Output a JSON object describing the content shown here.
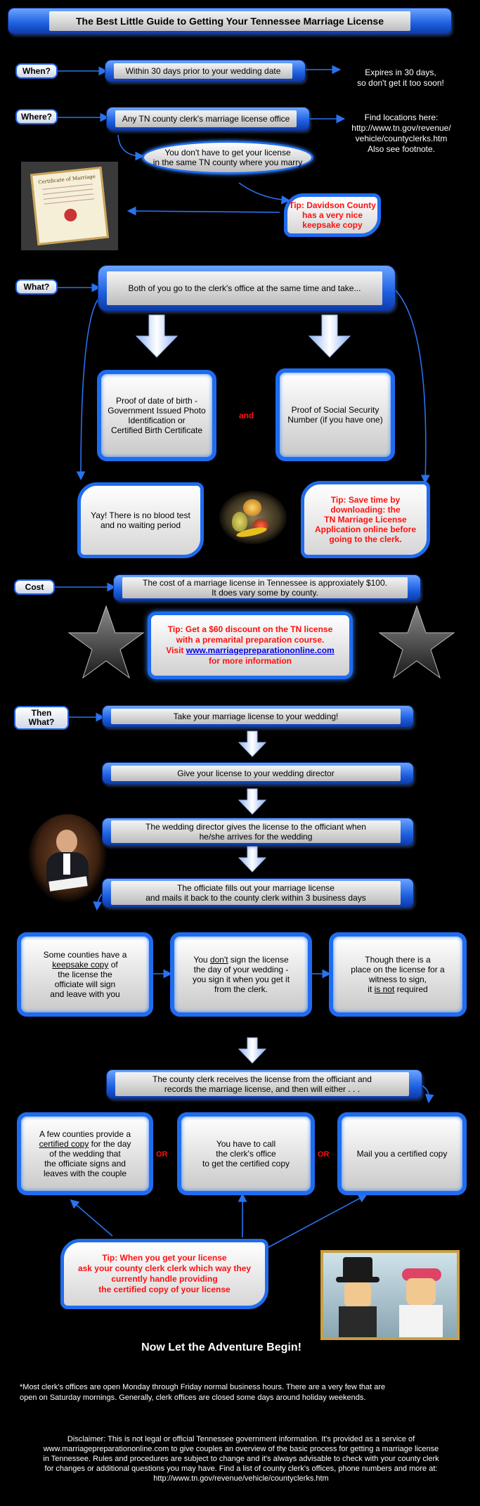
{
  "title": "The Best Little Guide to Getting Your Tennessee Marriage License",
  "when": {
    "label": "When?",
    "text": "Within 30 days prior to your wedding date",
    "note": [
      "Expires in 30 days,",
      "so don't get it too soon!"
    ]
  },
  "where": {
    "label": "Where?",
    "text": "Any TN county clerk's marriage license office",
    "note": [
      "Find locations here:",
      "http://www.tn.gov/revenue/",
      "vehicle/countyclerks.htm",
      "Also see footnote."
    ],
    "county": [
      "You don't have to get your license",
      "in the same TN county where you marry"
    ],
    "tip_davidson": [
      "Tip: Davidson County",
      "has a very nice",
      "keepsake copy"
    ],
    "certificate_title": "Certificate of Marriage"
  },
  "what": {
    "label": "What?",
    "text": "Both of you go to the clerk's office at the same time and take...",
    "birth_proof": [
      "Proof of date of birth -",
      "Government Issued Photo",
      "Identification or",
      "Certified Birth Certificate"
    ],
    "and": "and",
    "ssn_proof": [
      "Proof of Social Security",
      "Number (if you have one)"
    ],
    "no_blood": [
      "Yay! There is no blood test",
      "and no waiting period"
    ],
    "tip_download": [
      "Tip: Save time by",
      "downloading: the",
      "TN Marriage License",
      "Application online before",
      "going to the clerk."
    ]
  },
  "cost": {
    "label": "Cost",
    "text": [
      "The cost of a marriage license in Tennessee is approxiately $100.",
      "It does vary some by county."
    ],
    "tip_line1": "Tip: Get a $60 discount on the TN license",
    "tip_line2": "with a premarital preparation course.",
    "tip_visit": "Visit",
    "tip_link": "www.marriagepreparationonline.com",
    "tip_line4": "for more information"
  },
  "then": {
    "label": [
      "Then",
      "What?"
    ],
    "step1": "Take your marriage license to your wedding!",
    "step2": "Give your license to your wedding director",
    "step3": [
      "The wedding director gives the license to the officiant when",
      "he/she arrives for the wedding"
    ],
    "step4": [
      "The officiate fills out your marriage license",
      "and mails it back to the county clerk within 3 business days"
    ],
    "keepsake": {
      "l1a": "Some counties have a",
      "l2u": "keepsake copy",
      "l2b": " of",
      "l3": "the license the",
      "l4": "officiate will sign",
      "l5": "and leave with you"
    },
    "dont_sign": {
      "l1a": "You ",
      "l1u": "don't",
      "l1b": " sign the license",
      "l2": "the day of your wedding -",
      "l3": "you sign it when you get it",
      "l4": "from the clerk."
    },
    "witness": {
      "l1": "Though there is a",
      "l2": "place on the license for a",
      "l3": "witness to sign,",
      "l4a": "it ",
      "l4u": "is not",
      "l4b": " required"
    },
    "clerk_receives": [
      "The county clerk receives the license from the officiant and",
      "records the marriage license, and then will either . . ."
    ],
    "option1": {
      "l1": "A few counties provide a",
      "l2u": "certified copy",
      "l2b": " for the day",
      "l3": "of the wedding that",
      "l4": "the officiate signs and",
      "l5": "leaves with the couple"
    },
    "or1": "OR",
    "option2": [
      "You have to call",
      "the clerk's office",
      "to get the certified copy"
    ],
    "or2": "OR",
    "option3": "Mail you a certified copy",
    "tip_ask": [
      "Tip: When you get your license",
      "ask your county clerk clerk which way they",
      "currently handle providing",
      "the certified copy of your license"
    ]
  },
  "closing": "Now Let the Adventure Begin!",
  "footnote": [
    "*Most clerk's offices are open Monday through Friday normal business hours. There are a very few that are",
    "open on Saturday mornings. Generally, clerk offices are closed  some days around holiday weekends."
  ],
  "disclaimer": [
    "Disclaimer: This is not legal or official Tennessee government information. It's provided as a service of",
    "www.marriagepreparationonline.com to give couples an overview of the basic process for getting a marriage license",
    "in Tennessee. Rules and procedures are subject to change and it's always advisable to check with your county clerk",
    "for changes or additional questions you may have. Find a list of county clerk's offices, phone numbers and more at:",
    "http://www.tn.gov/revenue/vehicle/countyclerks.htm"
  ],
  "colors": {
    "accent": "#1f6cf0",
    "tip": "#ff1010",
    "background": "#000000"
  }
}
